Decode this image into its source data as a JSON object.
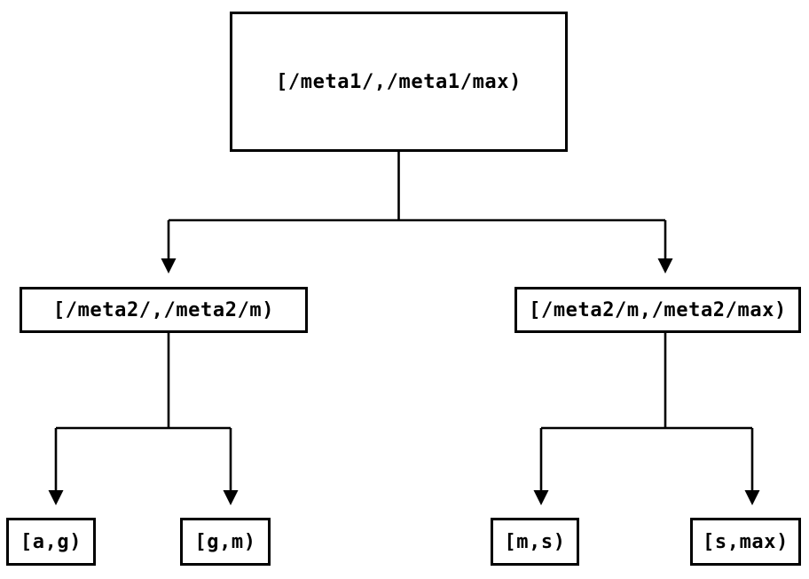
{
  "diagram": {
    "type": "binary-interval-tree",
    "colors": {
      "background": "#ffffff",
      "line": "#000000",
      "box_border": "#000000",
      "text": "#000000"
    },
    "nodes": {
      "root": {
        "label": "[/meta1/,/meta1/max)"
      },
      "left": {
        "label": "[/meta2/,/meta2/m)"
      },
      "right": {
        "label": "[/meta2/m,/meta2/max)"
      },
      "leaf_ag": {
        "label": "[a,g)"
      },
      "leaf_gm": {
        "label": "[g,m)"
      },
      "leaf_ms": {
        "label": "[m,s)"
      },
      "leaf_smax": {
        "label": "[s,max)"
      }
    },
    "edges": [
      {
        "from": "root",
        "to": "left",
        "arrow": "down"
      },
      {
        "from": "root",
        "to": "right",
        "arrow": "down"
      },
      {
        "from": "left",
        "to": "leaf_ag",
        "arrow": "down"
      },
      {
        "from": "left",
        "to": "leaf_gm",
        "arrow": "down"
      },
      {
        "from": "right",
        "to": "leaf_ms",
        "arrow": "down"
      },
      {
        "from": "right",
        "to": "leaf_smax",
        "arrow": "down"
      }
    ]
  }
}
